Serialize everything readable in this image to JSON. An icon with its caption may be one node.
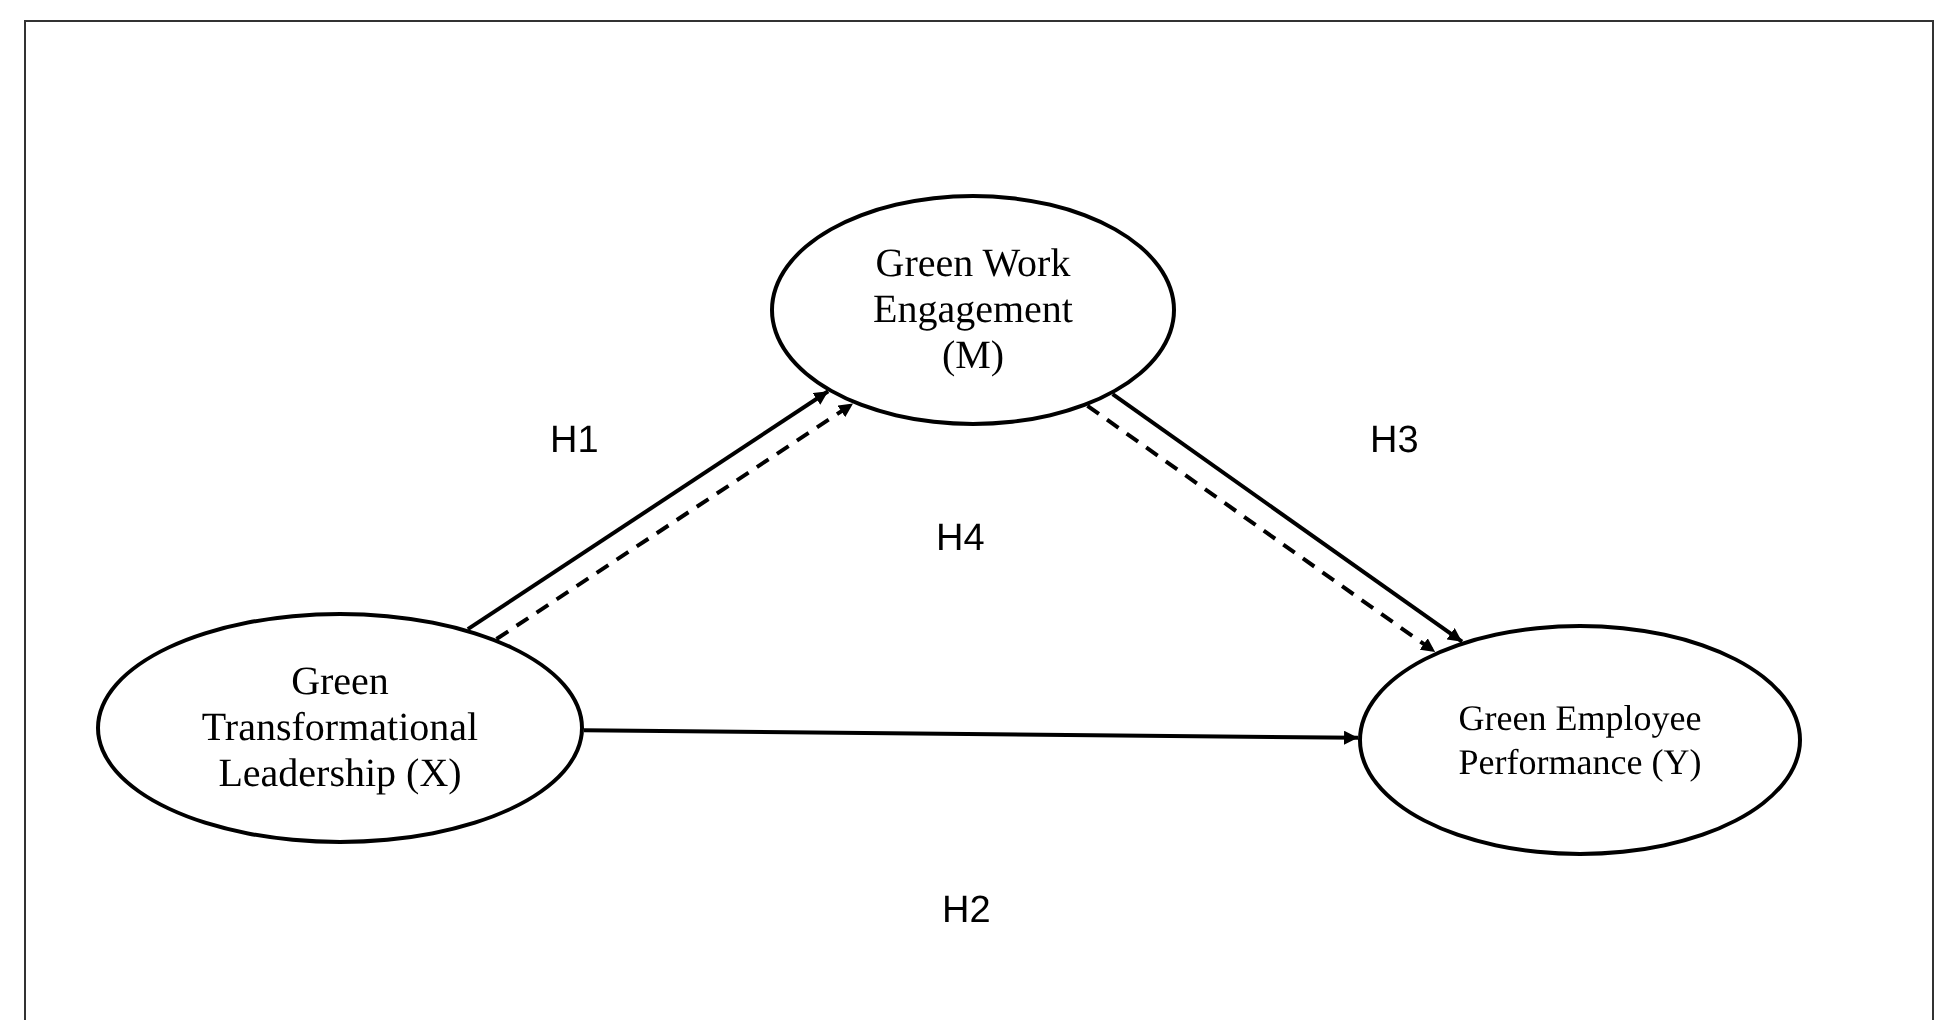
{
  "diagram": {
    "nodes": [
      {
        "text": [
          "Green Transformational Leadership (X)"
        ]
      },
      {
        "text": [
          "Green Work Engagement (M)"
        ]
      },
      {
        "text": [
          "Green Employee Performance (Y)"
        ]
      }
    ],
    "edges": [
      {
        "from": 0,
        "to": 1,
        "arrow": "to"
      },
      {
        "from": 0,
        "to": 1,
        "arrow": "to",
        "style": "dashed"
      },
      {
        "from": 1,
        "to": 2,
        "arrow": "to"
      },
      {
        "from": 1,
        "to": 2,
        "arrow": "to",
        "style": "dashed"
      },
      {
        "from": 0,
        "to": 2,
        "arrow": "to"
      }
    ],
    "labels": [
      "H1",
      "H3",
      "H4",
      "H2"
    ]
  }
}
